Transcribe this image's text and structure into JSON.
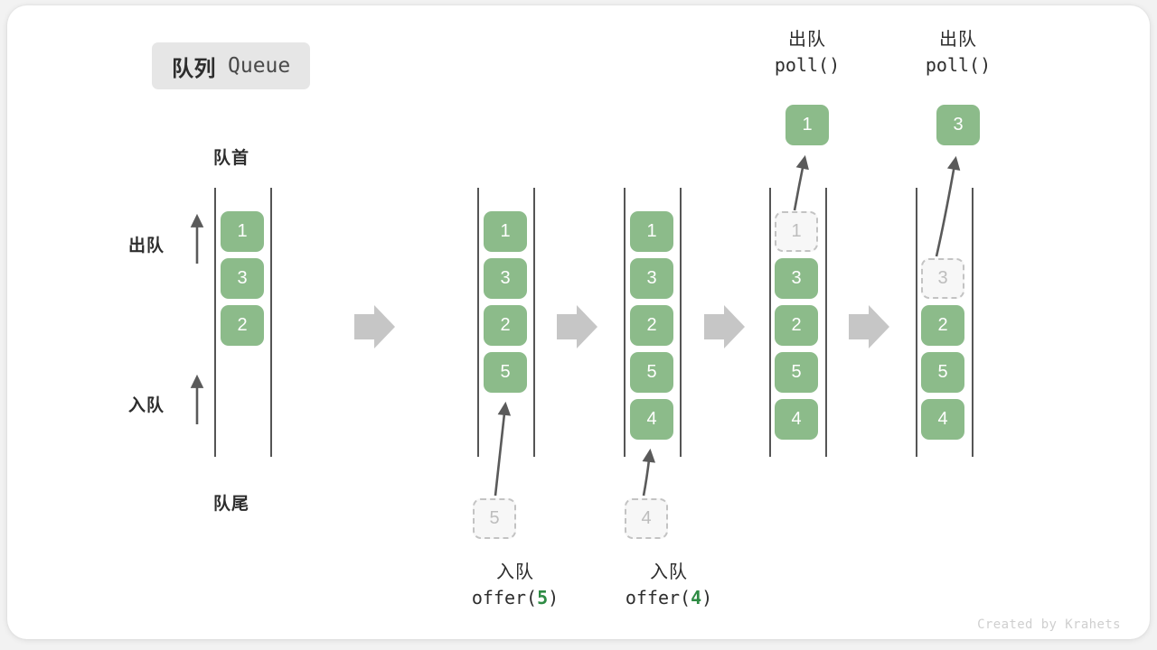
{
  "meta": {
    "footer_credit": "Created by Krahets",
    "background_color": "#ffffff",
    "card_color": "#ffffff",
    "accent_green": "#8cbb8a",
    "code_arg_green": "#2e8b44",
    "ghost_border": "#c3c3c3",
    "rail_color": "#555555",
    "transition_arrow_color": "#c6c6c6"
  },
  "title": {
    "cn": "队列",
    "en": "Queue"
  },
  "labels": {
    "head": "队首",
    "tail": "队尾",
    "dequeue_side": "出队",
    "enqueue_side": "入队"
  },
  "stages": [
    {
      "id": "stage-initial",
      "slots": [
        {
          "value": "1",
          "state": "filled"
        },
        {
          "value": "3",
          "state": "filled"
        },
        {
          "value": "2",
          "state": "filled"
        }
      ],
      "operation": null,
      "incoming": null,
      "popped": null
    },
    {
      "id": "stage-offer-5",
      "slots": [
        {
          "value": "1",
          "state": "filled"
        },
        {
          "value": "3",
          "state": "filled"
        },
        {
          "value": "2",
          "state": "filled"
        },
        {
          "value": "5",
          "state": "filled"
        }
      ],
      "operation": {
        "cn": "入队",
        "code_prefix": "offer(",
        "code_arg": "5",
        "code_suffix": ")",
        "position": "bottom"
      },
      "incoming": {
        "value": "5"
      },
      "popped": null
    },
    {
      "id": "stage-offer-4",
      "slots": [
        {
          "value": "1",
          "state": "filled"
        },
        {
          "value": "3",
          "state": "filled"
        },
        {
          "value": "2",
          "state": "filled"
        },
        {
          "value": "5",
          "state": "filled"
        },
        {
          "value": "4",
          "state": "filled"
        }
      ],
      "operation": {
        "cn": "入队",
        "code_prefix": "offer(",
        "code_arg": "4",
        "code_suffix": ")",
        "position": "bottom"
      },
      "incoming": {
        "value": "4"
      },
      "popped": null
    },
    {
      "id": "stage-poll-1",
      "slots": [
        {
          "value": "1",
          "state": "ghost"
        },
        {
          "value": "3",
          "state": "filled"
        },
        {
          "value": "2",
          "state": "filled"
        },
        {
          "value": "5",
          "state": "filled"
        },
        {
          "value": "4",
          "state": "filled"
        }
      ],
      "operation": {
        "cn": "出队",
        "code_prefix": "poll(",
        "code_arg": "",
        "code_suffix": ")",
        "position": "top"
      },
      "incoming": null,
      "popped": {
        "value": "1"
      }
    },
    {
      "id": "stage-poll-3",
      "slots": [
        {
          "value": "",
          "state": "empty"
        },
        {
          "value": "3",
          "state": "ghost"
        },
        {
          "value": "2",
          "state": "filled"
        },
        {
          "value": "5",
          "state": "filled"
        },
        {
          "value": "4",
          "state": "filled"
        }
      ],
      "operation": {
        "cn": "出队",
        "code_prefix": "poll(",
        "code_arg": "",
        "code_suffix": ")",
        "position": "top"
      },
      "incoming": null,
      "popped": {
        "value": "3"
      }
    }
  ]
}
